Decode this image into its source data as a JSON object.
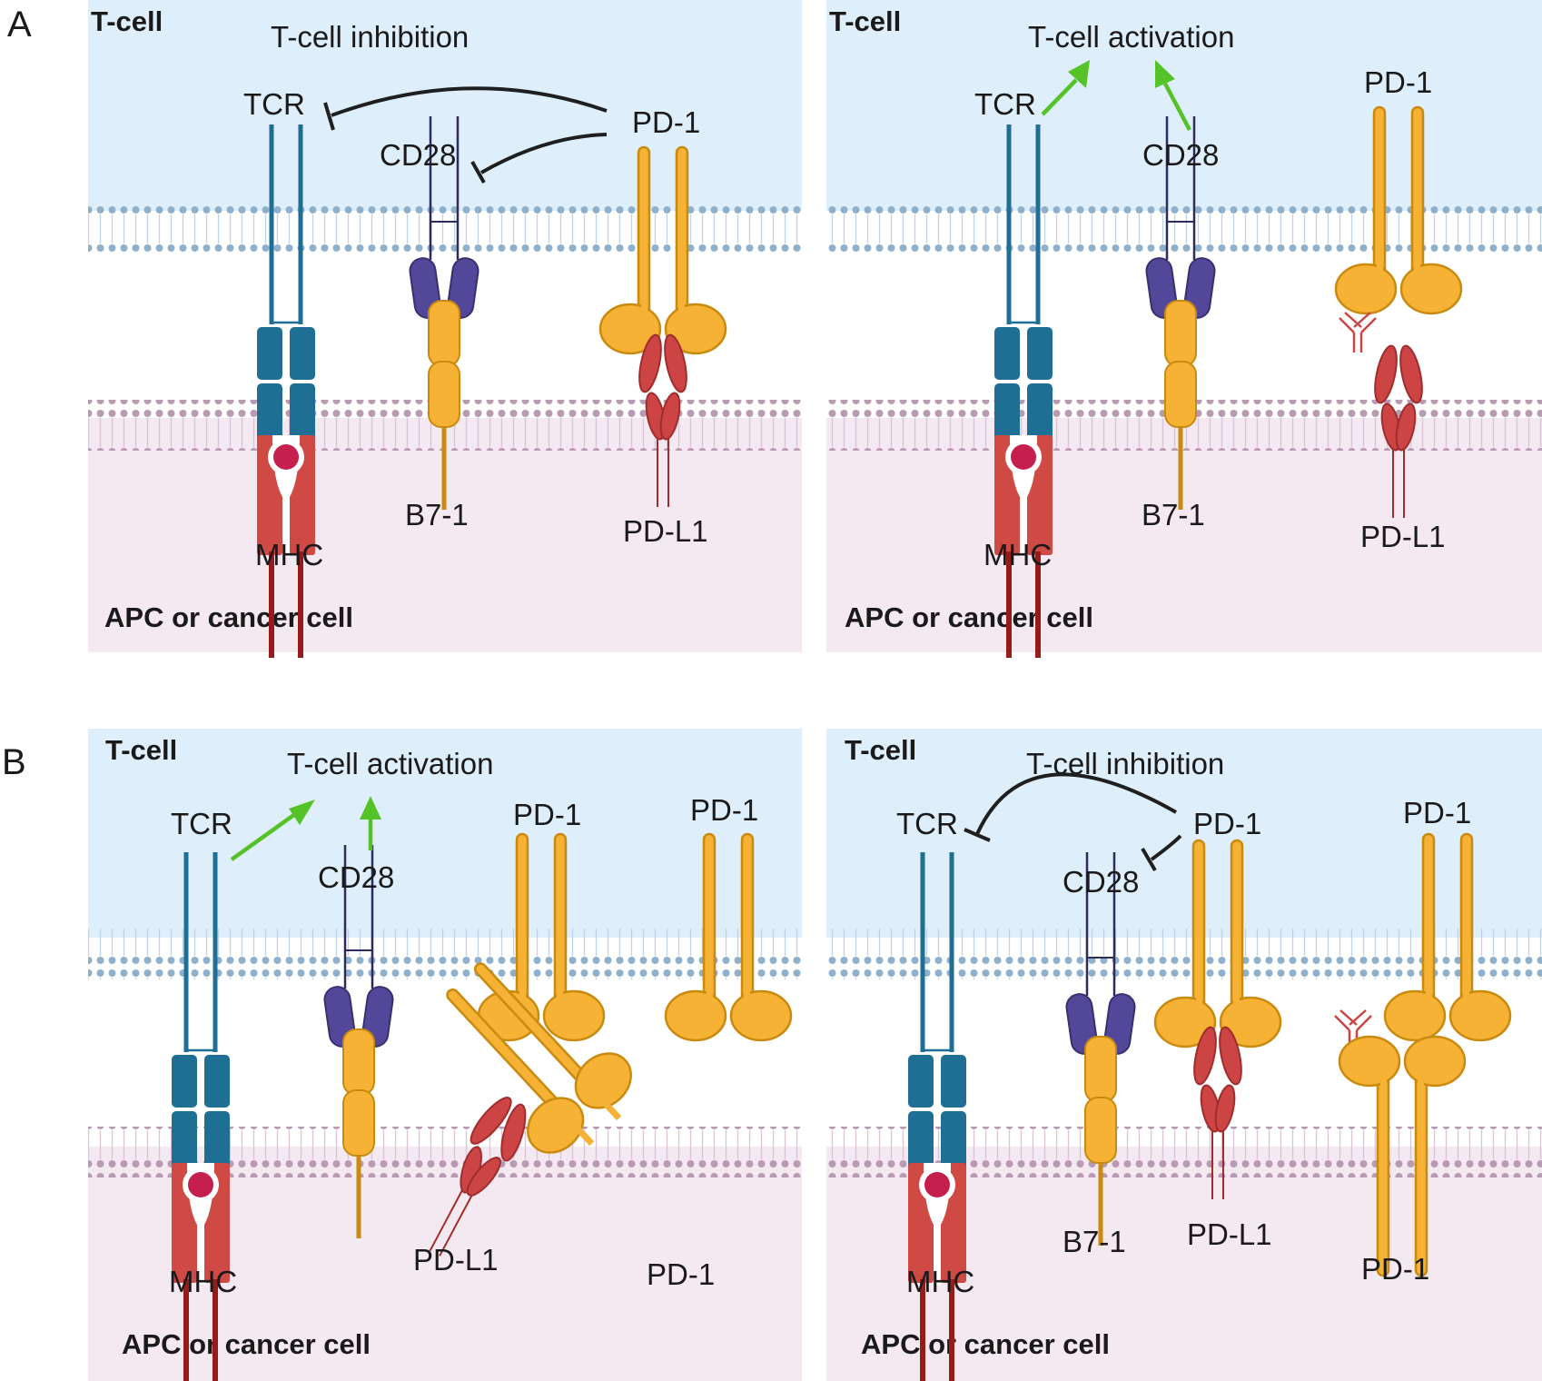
{
  "figure": {
    "panel_labels": [
      "A",
      "B"
    ],
    "cell_top_label": "T-cell",
    "cell_bottom_label": "APC or cancer cell",
    "panels": [
      {
        "title": "T-cell inhibition",
        "labels": {
          "tcr": "TCR",
          "cd28": "CD28",
          "pd1": "PD-1",
          "b71": "B7-1",
          "pdl1": "PD-L1",
          "mhc": "MHC"
        }
      },
      {
        "title": "T-cell activation",
        "labels": {
          "tcr": "TCR",
          "cd28": "CD28",
          "pd1": "PD-1",
          "b71": "B7-1",
          "pdl1": "PD-L1",
          "mhc": "MHC"
        }
      },
      {
        "title": "T-cell activation",
        "labels": {
          "tcr": "TCR",
          "cd28": "CD28",
          "pd1_a": "PD-1",
          "pd1_b": "PD-1",
          "pdl1": "PD-L1",
          "pd1_soluble": "PD-1",
          "mhc": "MHC"
        }
      },
      {
        "title": "T-cell inhibition",
        "labels": {
          "tcr": "TCR",
          "cd28": "CD28",
          "pd1_a": "PD-1",
          "pd1_b": "PD-1",
          "b71": "B7-1",
          "pdl1": "PD-L1",
          "pd1_bottom": "PD-1",
          "mhc": "MHC"
        }
      }
    ],
    "colors": {
      "tcell_bg": "#dfeefb",
      "apc_bg": "#f4e8f1",
      "tcell_membrane": "#8eb0cc",
      "apc_membrane": "#b89ab2",
      "tcr": "#1f6e94",
      "mhc": "#cf4a44",
      "mhc_stalk": "#961b1b",
      "peptide": "#c41f4d",
      "pd1": "#f5b234",
      "pd1_outline": "#c98a10",
      "pdl1": "#cc4444",
      "b71_domain": "#f5b234",
      "cd28": "#53479a",
      "cd28_stalk": "#2d2a5e",
      "activation_arrow": "#55c327",
      "inhibition_line": "#1f1f1f",
      "antibody": "#cc4444"
    }
  }
}
